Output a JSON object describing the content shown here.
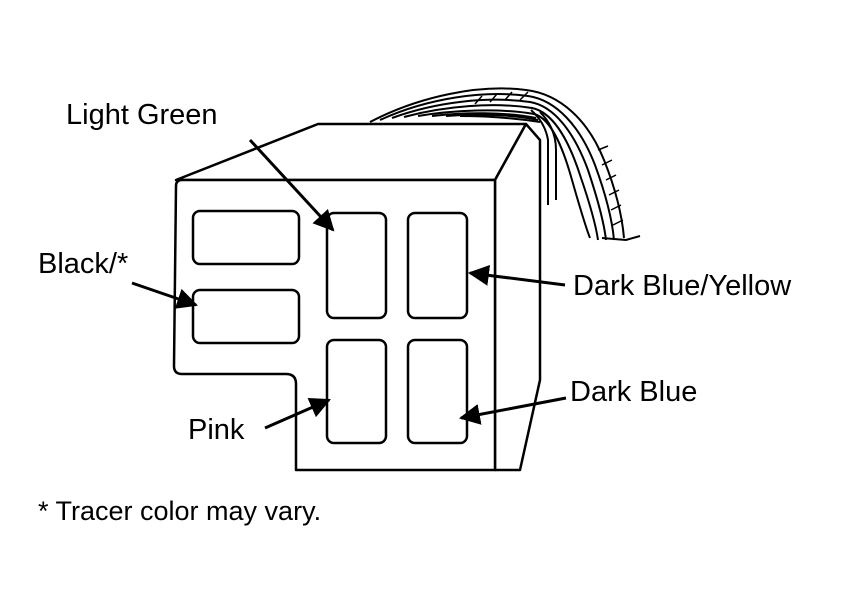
{
  "diagram": {
    "labels": {
      "light_green": "Light Green",
      "black": "Black/*",
      "dark_blue_yellow": "Dark Blue/Yellow",
      "dark_blue": "Dark Blue",
      "pink": "Pink"
    },
    "footnote": "* Tracer color may vary.",
    "colors": {
      "ink": "#000000",
      "paper": "#ffffff"
    }
  }
}
